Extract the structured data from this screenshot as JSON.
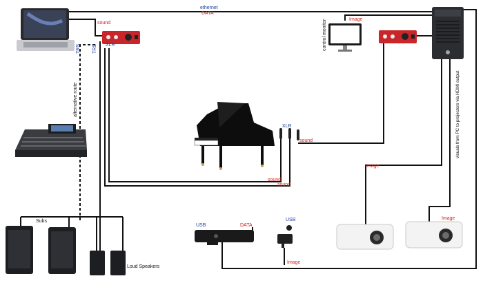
{
  "labels": {
    "ethernet": "ethernet",
    "data_top": "DATA",
    "sound_top": "sound",
    "xlr_left": "XLR",
    "trs_1": "TRS",
    "trs_2": "TRS",
    "alt_route": "alternative route",
    "image_monitor": "Image",
    "control_monitor": "control monitor",
    "visuals_note": "visuals from PC to projectors via HDMI output",
    "xlr_piano": "XLR",
    "sound_mic": "sound",
    "sound_1": "sound",
    "sound_2": "sound",
    "image_proj1": "Image",
    "image_proj2": "Image",
    "subs": "Subs",
    "loud_speakers": "Loud Speakers",
    "usb_kinect": "USB",
    "data_kinect": "DATA",
    "usb_cam": "USB",
    "image_bottom": "Image"
  },
  "colors": {
    "wire": "#111111",
    "label_red": "#d0201b",
    "label_blue": "#1f3f9a",
    "interface_red": "#c8262a"
  }
}
